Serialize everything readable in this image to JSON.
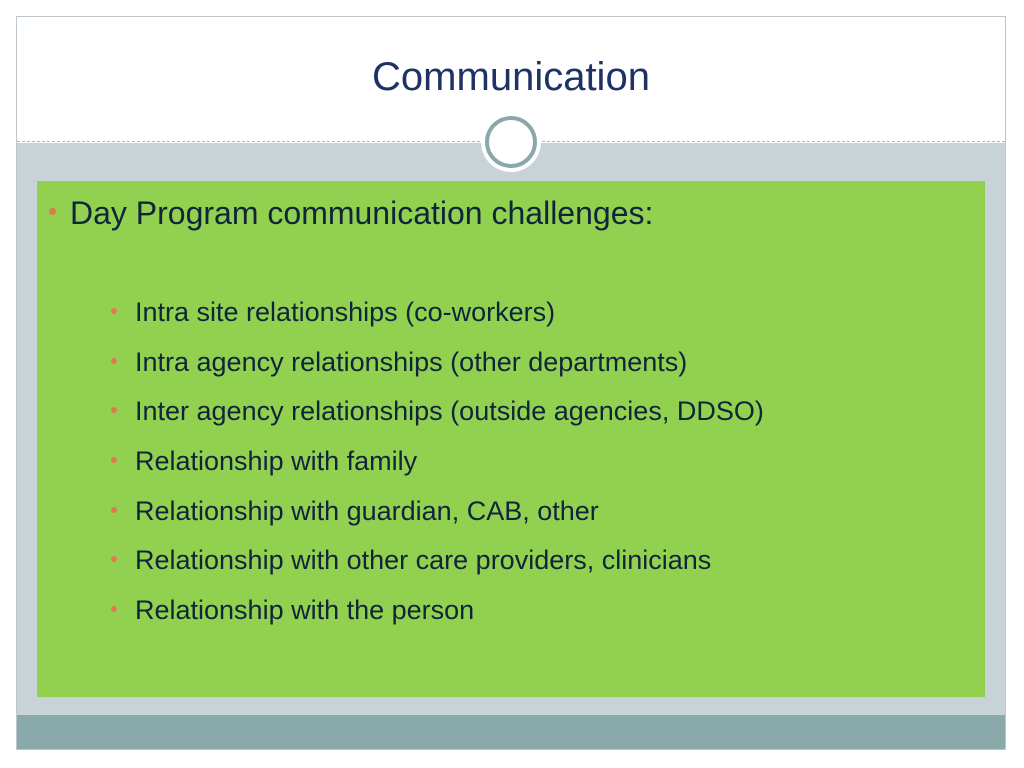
{
  "slide": {
    "title": "Communication",
    "main_bullet": "Day Program communication challenges:",
    "sub_bullets": [
      "Intra site relationships (co-workers)",
      "Intra agency relationships (other departments)",
      "Inter agency relationships (outside agencies, DDSO)",
      "Relationship with family",
      "Relationship with guardian, CAB, other",
      "Relationship with other care providers, clinicians",
      "Relationship with the person"
    ]
  },
  "colors": {
    "title_text": "#1f3264",
    "content_background": "#92d050",
    "bullet": "#e0794f",
    "band": "#c8d3d8",
    "footer_band": "#8aa9aa"
  }
}
